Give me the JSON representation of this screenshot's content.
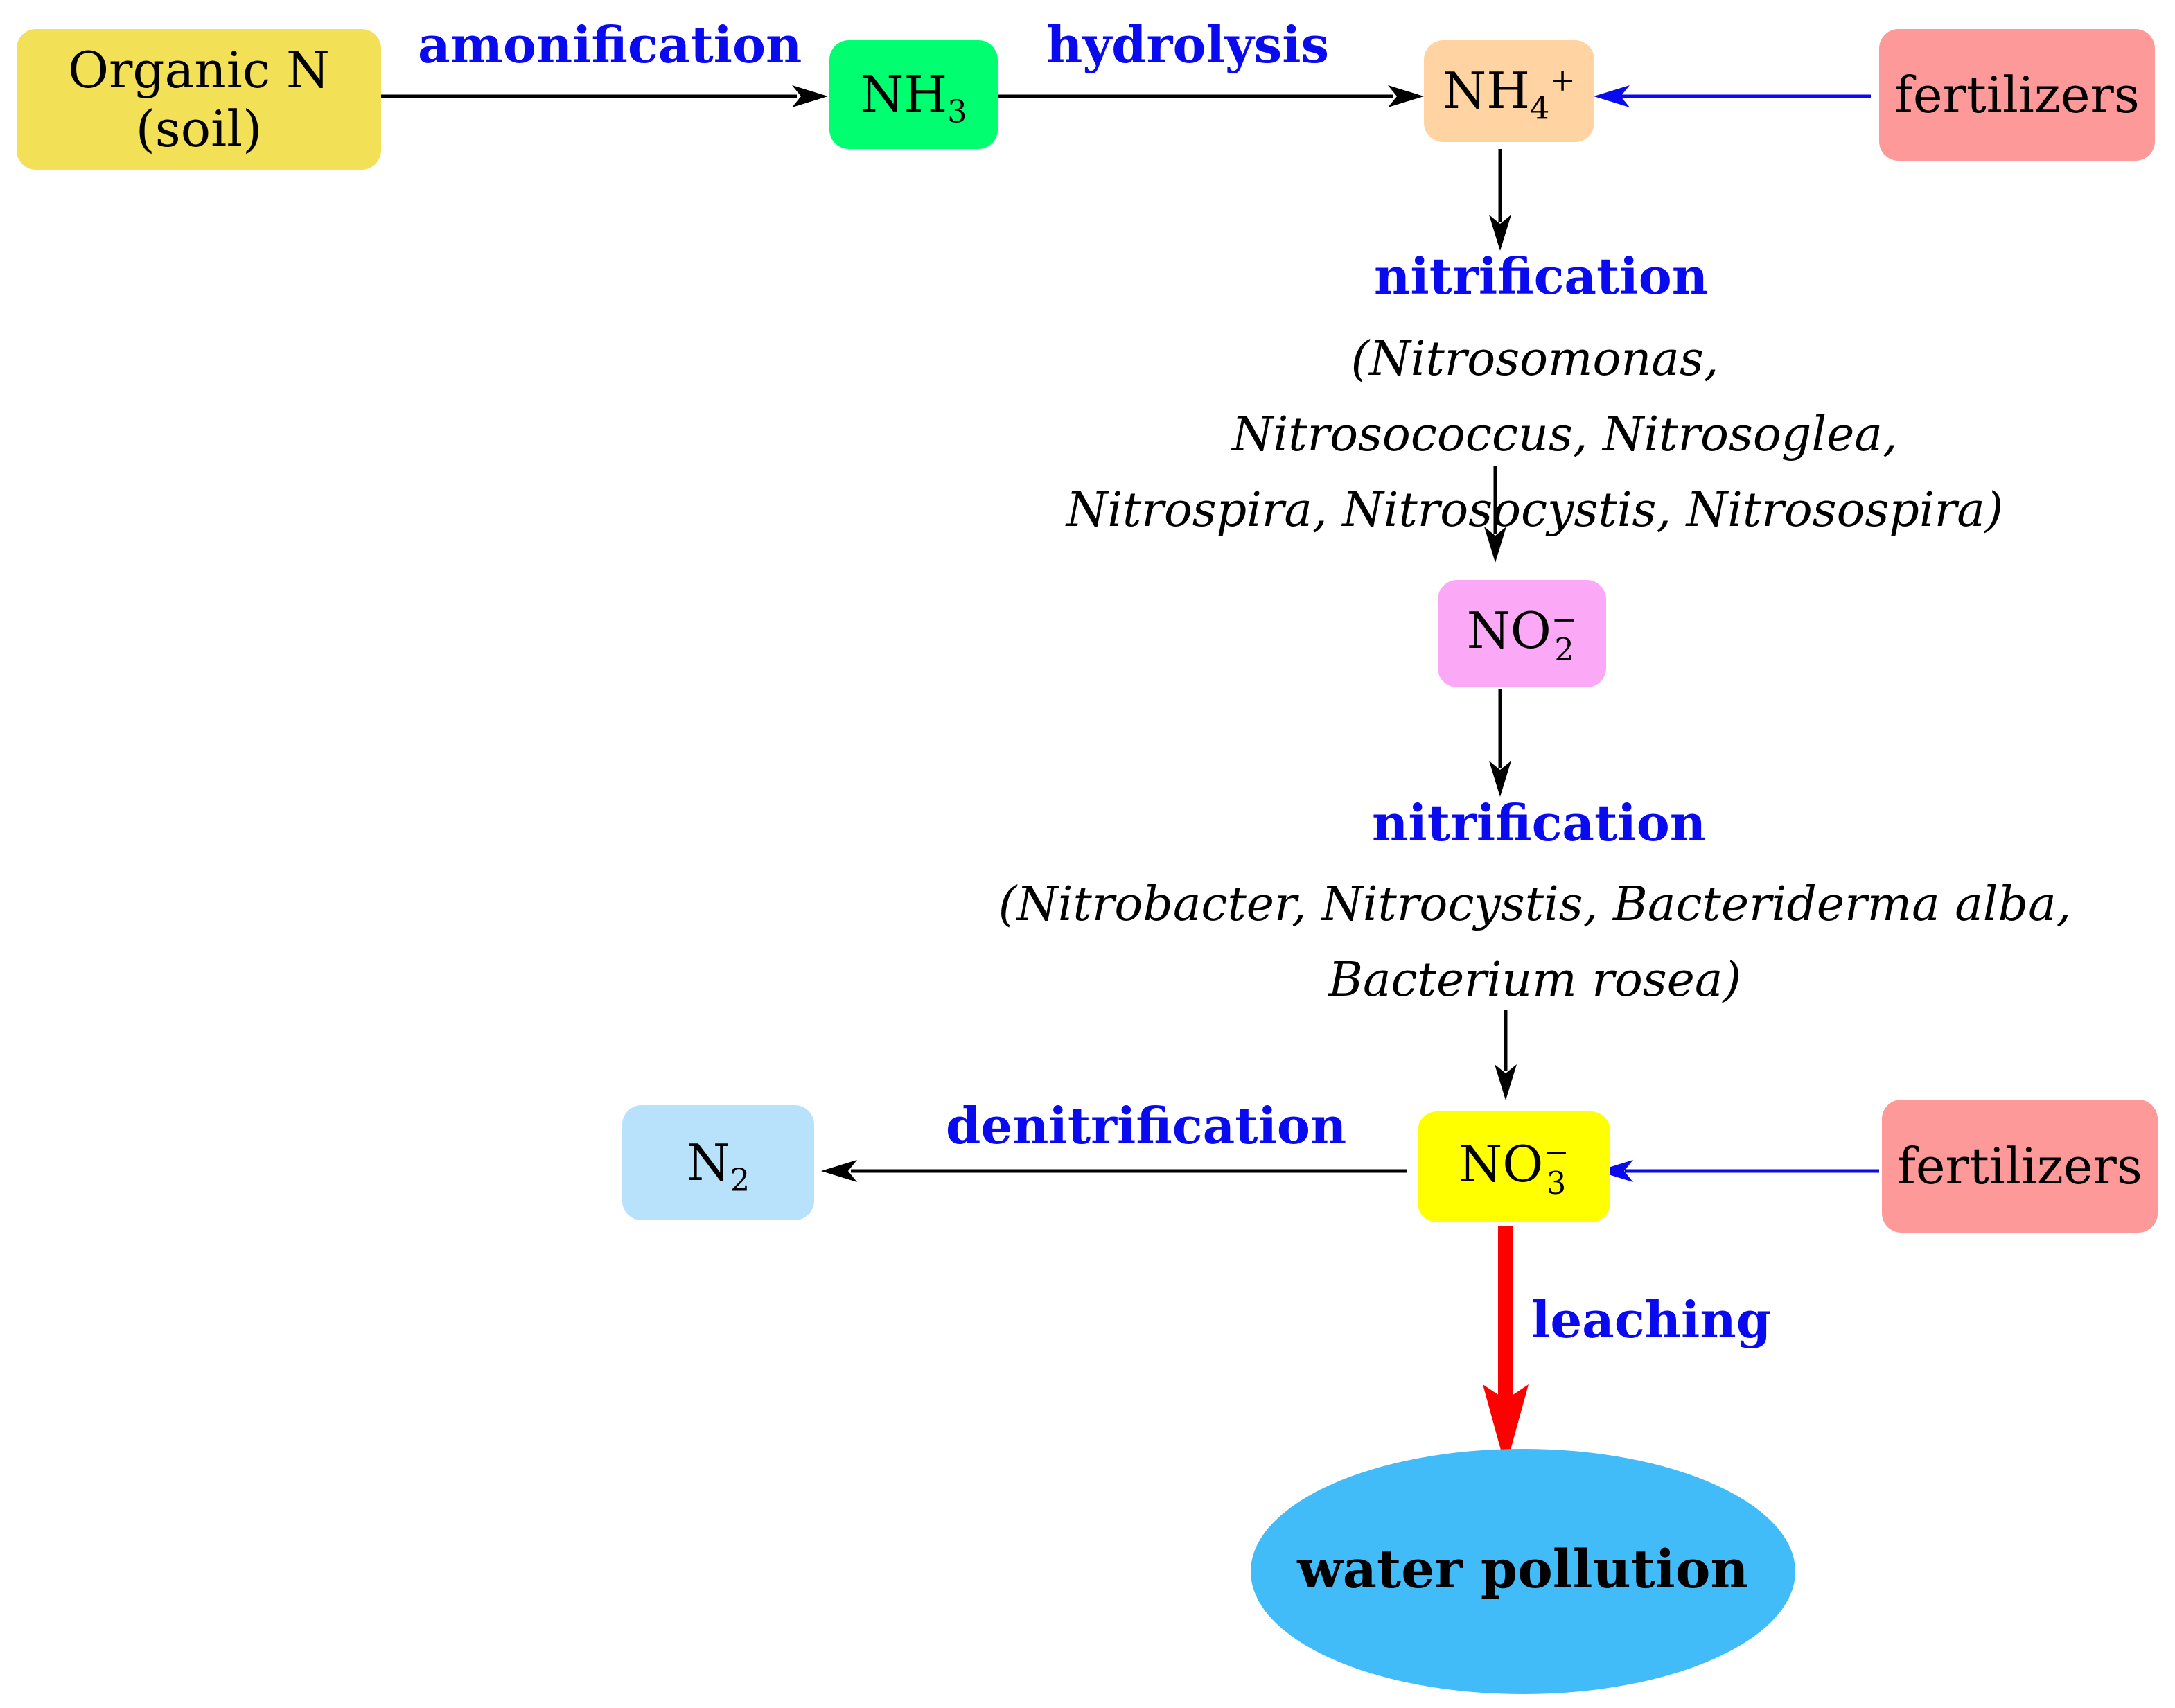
{
  "nodes": {
    "organic_n": {
      "line1": "Organic N",
      "line2": "(soil)",
      "color": "#f2e057"
    },
    "nh3": {
      "base": "NH",
      "sub": "3",
      "color": "#00ff70"
    },
    "nh4": {
      "base": "NH",
      "sub": "4",
      "sup": "+",
      "color": "#ffd4a2"
    },
    "fertilizers_top": {
      "label": "fertilizers",
      "color": "#fd9999"
    },
    "no2": {
      "base": "NO",
      "sub": "2",
      "sup": "−",
      "color": "#fba9f6"
    },
    "no3": {
      "base": "NO",
      "sub": "3",
      "sup": "−",
      "color": "#ffff00"
    },
    "fertilizers_bottom": {
      "label": "fertilizers",
      "color": "#fd9999"
    },
    "n2": {
      "base": "N",
      "sub": "2",
      "color": "#b8e1fb"
    },
    "water_pollution": {
      "label": "water pollution",
      "color": "#41bcf8"
    }
  },
  "processes": {
    "amonification": "amonification",
    "hydrolysis": "hydrolysis",
    "nitrification_1": "nitrification",
    "nitrification_1_organisms": {
      "line1a": "(Nitrosomonas,",
      "line1b": "Nitrosococcus, Nitrosoglea,",
      "line2": "Nitrospira, Nitrosocystis, Nitrosospira)"
    },
    "nitrification_2": "nitrification",
    "nitrification_2_organisms": {
      "line1": "(Nitrobacter, Nitrocystis, Bacteriderma alba,",
      "line2": "Bacterium rosea)"
    },
    "denitrification": "denitrification",
    "leaching": "leaching"
  },
  "colors": {
    "process_label": "#0a0af0",
    "arrow_black": "#000000",
    "arrow_blue": "#0a0af0",
    "arrow_leaching": "#ff0000"
  }
}
